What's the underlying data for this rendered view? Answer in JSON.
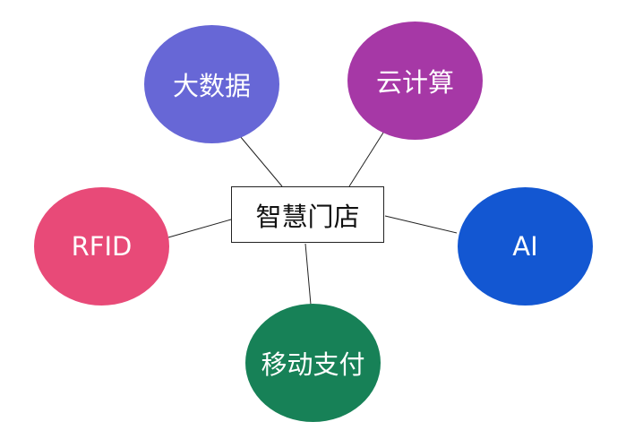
{
  "center": {
    "label": "智慧门店"
  },
  "nodes": [
    {
      "id": "big-data",
      "label": "大数据",
      "color": "#6767d6"
    },
    {
      "id": "cloud",
      "label": "云计算",
      "color": "#a638a6"
    },
    {
      "id": "rfid",
      "label": "RFID",
      "color": "#e84a78"
    },
    {
      "id": "ai",
      "label": "AI",
      "color": "#1357d2"
    },
    {
      "id": "mobile-pay",
      "label": "移动支付",
      "color": "#178157"
    }
  ]
}
